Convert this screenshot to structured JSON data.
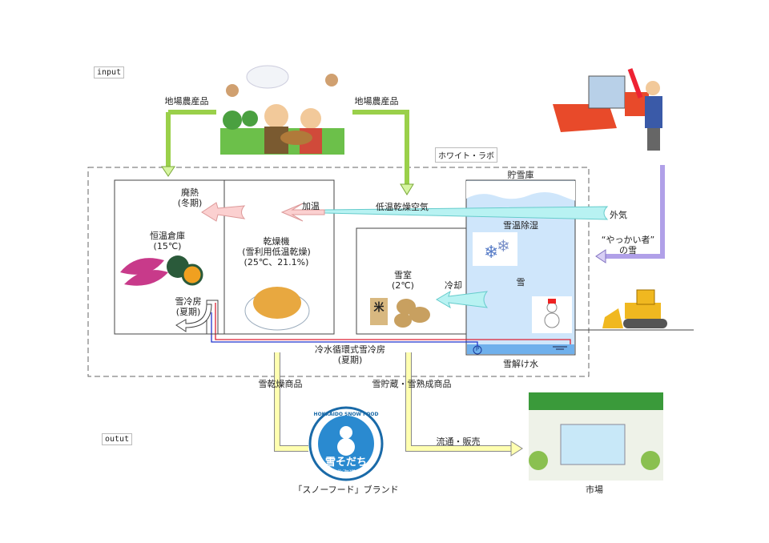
{
  "labels": {
    "input": "input",
    "output": "outut",
    "white_lab": "ホワイト・ラボ",
    "local_produce_left": "地場農産品",
    "local_produce_right": "地場農産品",
    "waste_heat": "廃熱",
    "waste_heat_season": "(冬期)",
    "heating": "加温",
    "low_temp_dry_air": "低温乾燥空気",
    "outside_air": "外気",
    "snow_storage": "貯雪庫",
    "snow_dehumid": "雪温除湿",
    "snow": "雪",
    "troublesome_snow_1": "“やっかい者”",
    "troublesome_snow_2": "の雪",
    "warehouse": "恒温倉庫",
    "warehouse_temp": "(15℃)",
    "dryer": "乾燥機",
    "dryer_sub": "(雪利用低温乾燥)",
    "dryer_cond": "(25℃、21.1%)",
    "snow_room": "雪室",
    "snow_room_temp": "(2℃)",
    "cooling": "冷却",
    "snow_cooling": "雪冷房",
    "snow_cooling_season": "(夏期)",
    "chilled_water": "冷水循環式雪冷房",
    "chilled_water_season": "(夏期)",
    "meltwater": "雪解け水",
    "pump": "P",
    "rice": "米",
    "dried_products": "雪乾燥商品",
    "stored_products": "雪貯蔵・雪熟成商品",
    "distribution": "流通・販売",
    "brand": "「スノーフード」ブランド",
    "market": "市場"
  },
  "logo": {
    "top_text": "HOKKAIDO SNOW FOOD",
    "main_text": "雪そだち",
    "sub_text": "北海道"
  },
  "colors": {
    "green_arrow": "#d6f5a0",
    "yellow_arrow": "#ffffb0",
    "purple_arrow": "#d8cff5",
    "cyan_arrow": "#b8f2f2",
    "pink_arrow": "#fbd0d0",
    "snow_blue": "#cfe6fb",
    "water_blue": "#6fb0ec"
  }
}
